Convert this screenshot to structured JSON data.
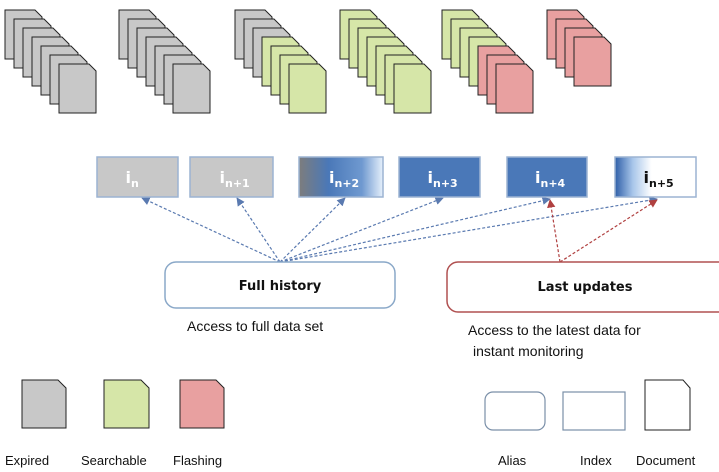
{
  "colors": {
    "expired": "#c8c8c8",
    "searchable": "#d6e6a8",
    "flashing": "#e8a0a0",
    "index_border": "#9cb3d2",
    "index_dark": "#4a78b8",
    "full_history_border": "#8aa8c8",
    "last_updates_border": "#b05050",
    "blue_arrow": "#5a7ab0",
    "red_arrow": "#b04040"
  },
  "stacks": [
    {
      "name": "stack-1",
      "colors": [
        "expired",
        "expired",
        "expired",
        "expired",
        "expired",
        "expired",
        "expired"
      ]
    },
    {
      "name": "stack-2",
      "colors": [
        "expired",
        "expired",
        "expired",
        "expired",
        "expired",
        "expired",
        "expired"
      ]
    },
    {
      "name": "stack-3",
      "colors": [
        "expired",
        "expired",
        "expired",
        "searchable",
        "searchable",
        "searchable",
        "searchable"
      ]
    },
    {
      "name": "stack-4",
      "colors": [
        "searchable",
        "searchable",
        "searchable",
        "searchable",
        "searchable",
        "searchable",
        "searchable"
      ]
    },
    {
      "name": "stack-5",
      "colors": [
        "searchable",
        "searchable",
        "searchable",
        "searchable",
        "flashing",
        "flashing",
        "flashing"
      ]
    },
    {
      "name": "stack-6",
      "colors": [
        "flashing",
        "flashing",
        "flashing",
        "flashing"
      ]
    }
  ],
  "indices": [
    {
      "base": "i",
      "sub": "n",
      "style": "expired"
    },
    {
      "base": "i",
      "sub": "n+1",
      "style": "expired"
    },
    {
      "base": "i",
      "sub": "n+2",
      "style": "gradient-gray-blue"
    },
    {
      "base": "i",
      "sub": "n+3",
      "style": "blue"
    },
    {
      "base": "i",
      "sub": "n+4",
      "style": "blue"
    },
    {
      "base": "i",
      "sub": "n+5",
      "style": "gradient-blue-white"
    }
  ],
  "aliases": {
    "full_history": {
      "label": "Full history",
      "caption": "Access to full data set"
    },
    "last_updates": {
      "label": "Last updates",
      "caption_lines": [
        "Access to the latest data for",
        "instant monitoring"
      ]
    }
  },
  "legend": {
    "expired": "Expired",
    "searchable": "Searchable",
    "flashing": "Flashing",
    "alias": "Alias",
    "index": "Index",
    "document": "Document"
  }
}
